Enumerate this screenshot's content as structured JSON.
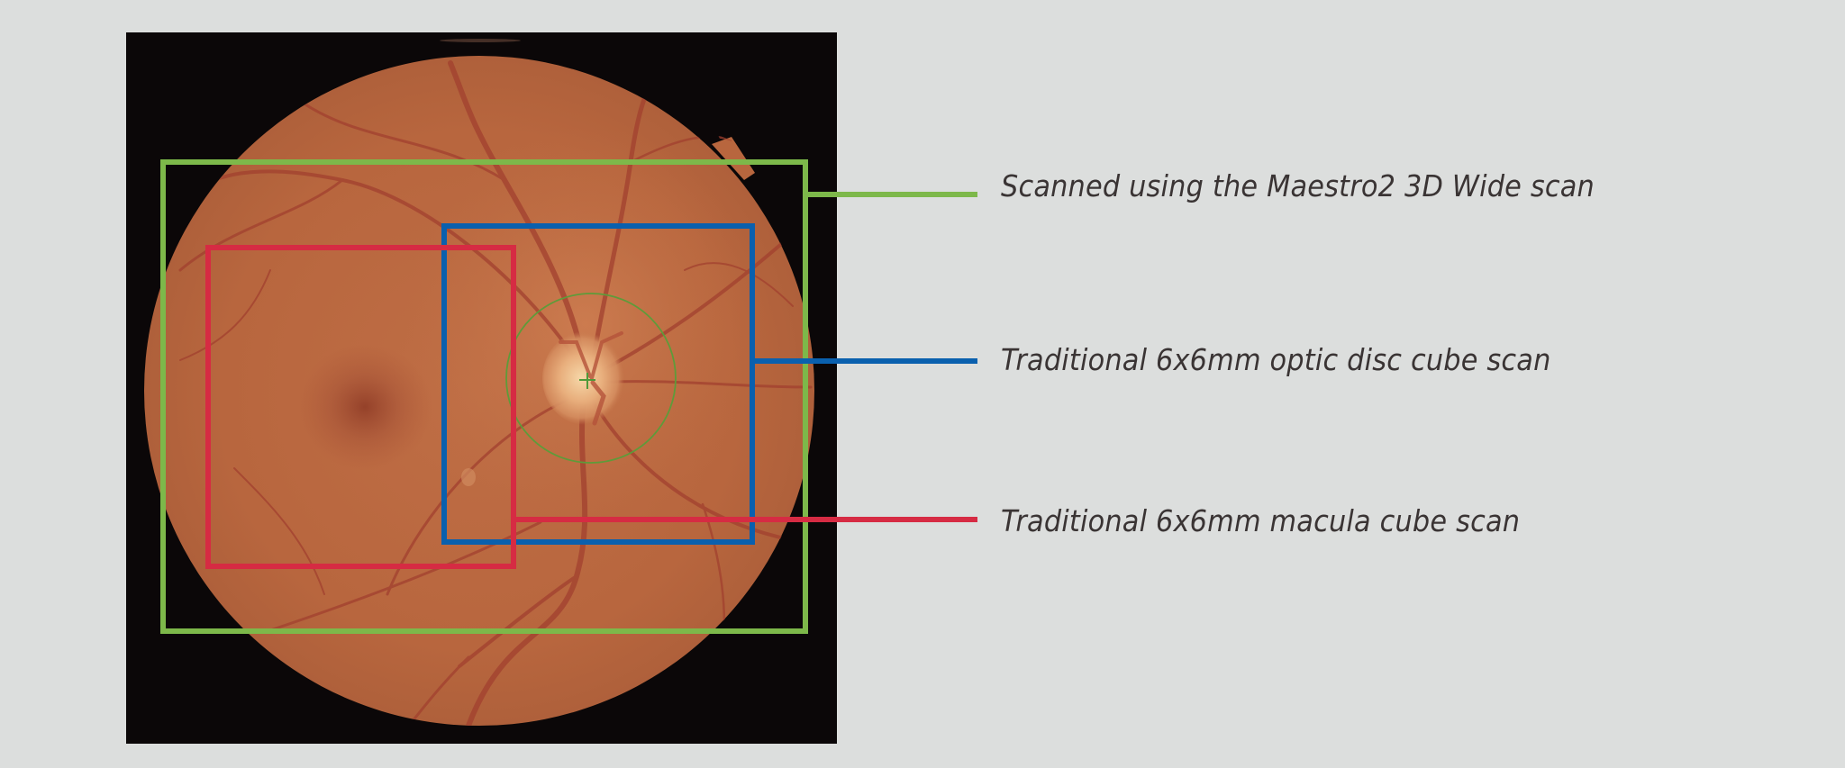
{
  "figure": {
    "background_color": "#DCDEDD",
    "image": {
      "name": "fundus-photograph",
      "description": "Color fundus photograph of the retina showing macula and optic disc"
    },
    "scan_regions": [
      {
        "id": "wide",
        "label": "Scanned using the Maestro2 3D Wide scan",
        "color": "#7DB84A"
      },
      {
        "id": "disc",
        "label": "Traditional 6x6mm optic disc cube scan",
        "color": "#0A60AE"
      },
      {
        "id": "macula",
        "label": "Traditional 6x6mm macula cube scan",
        "color": "#D62B43"
      }
    ]
  }
}
